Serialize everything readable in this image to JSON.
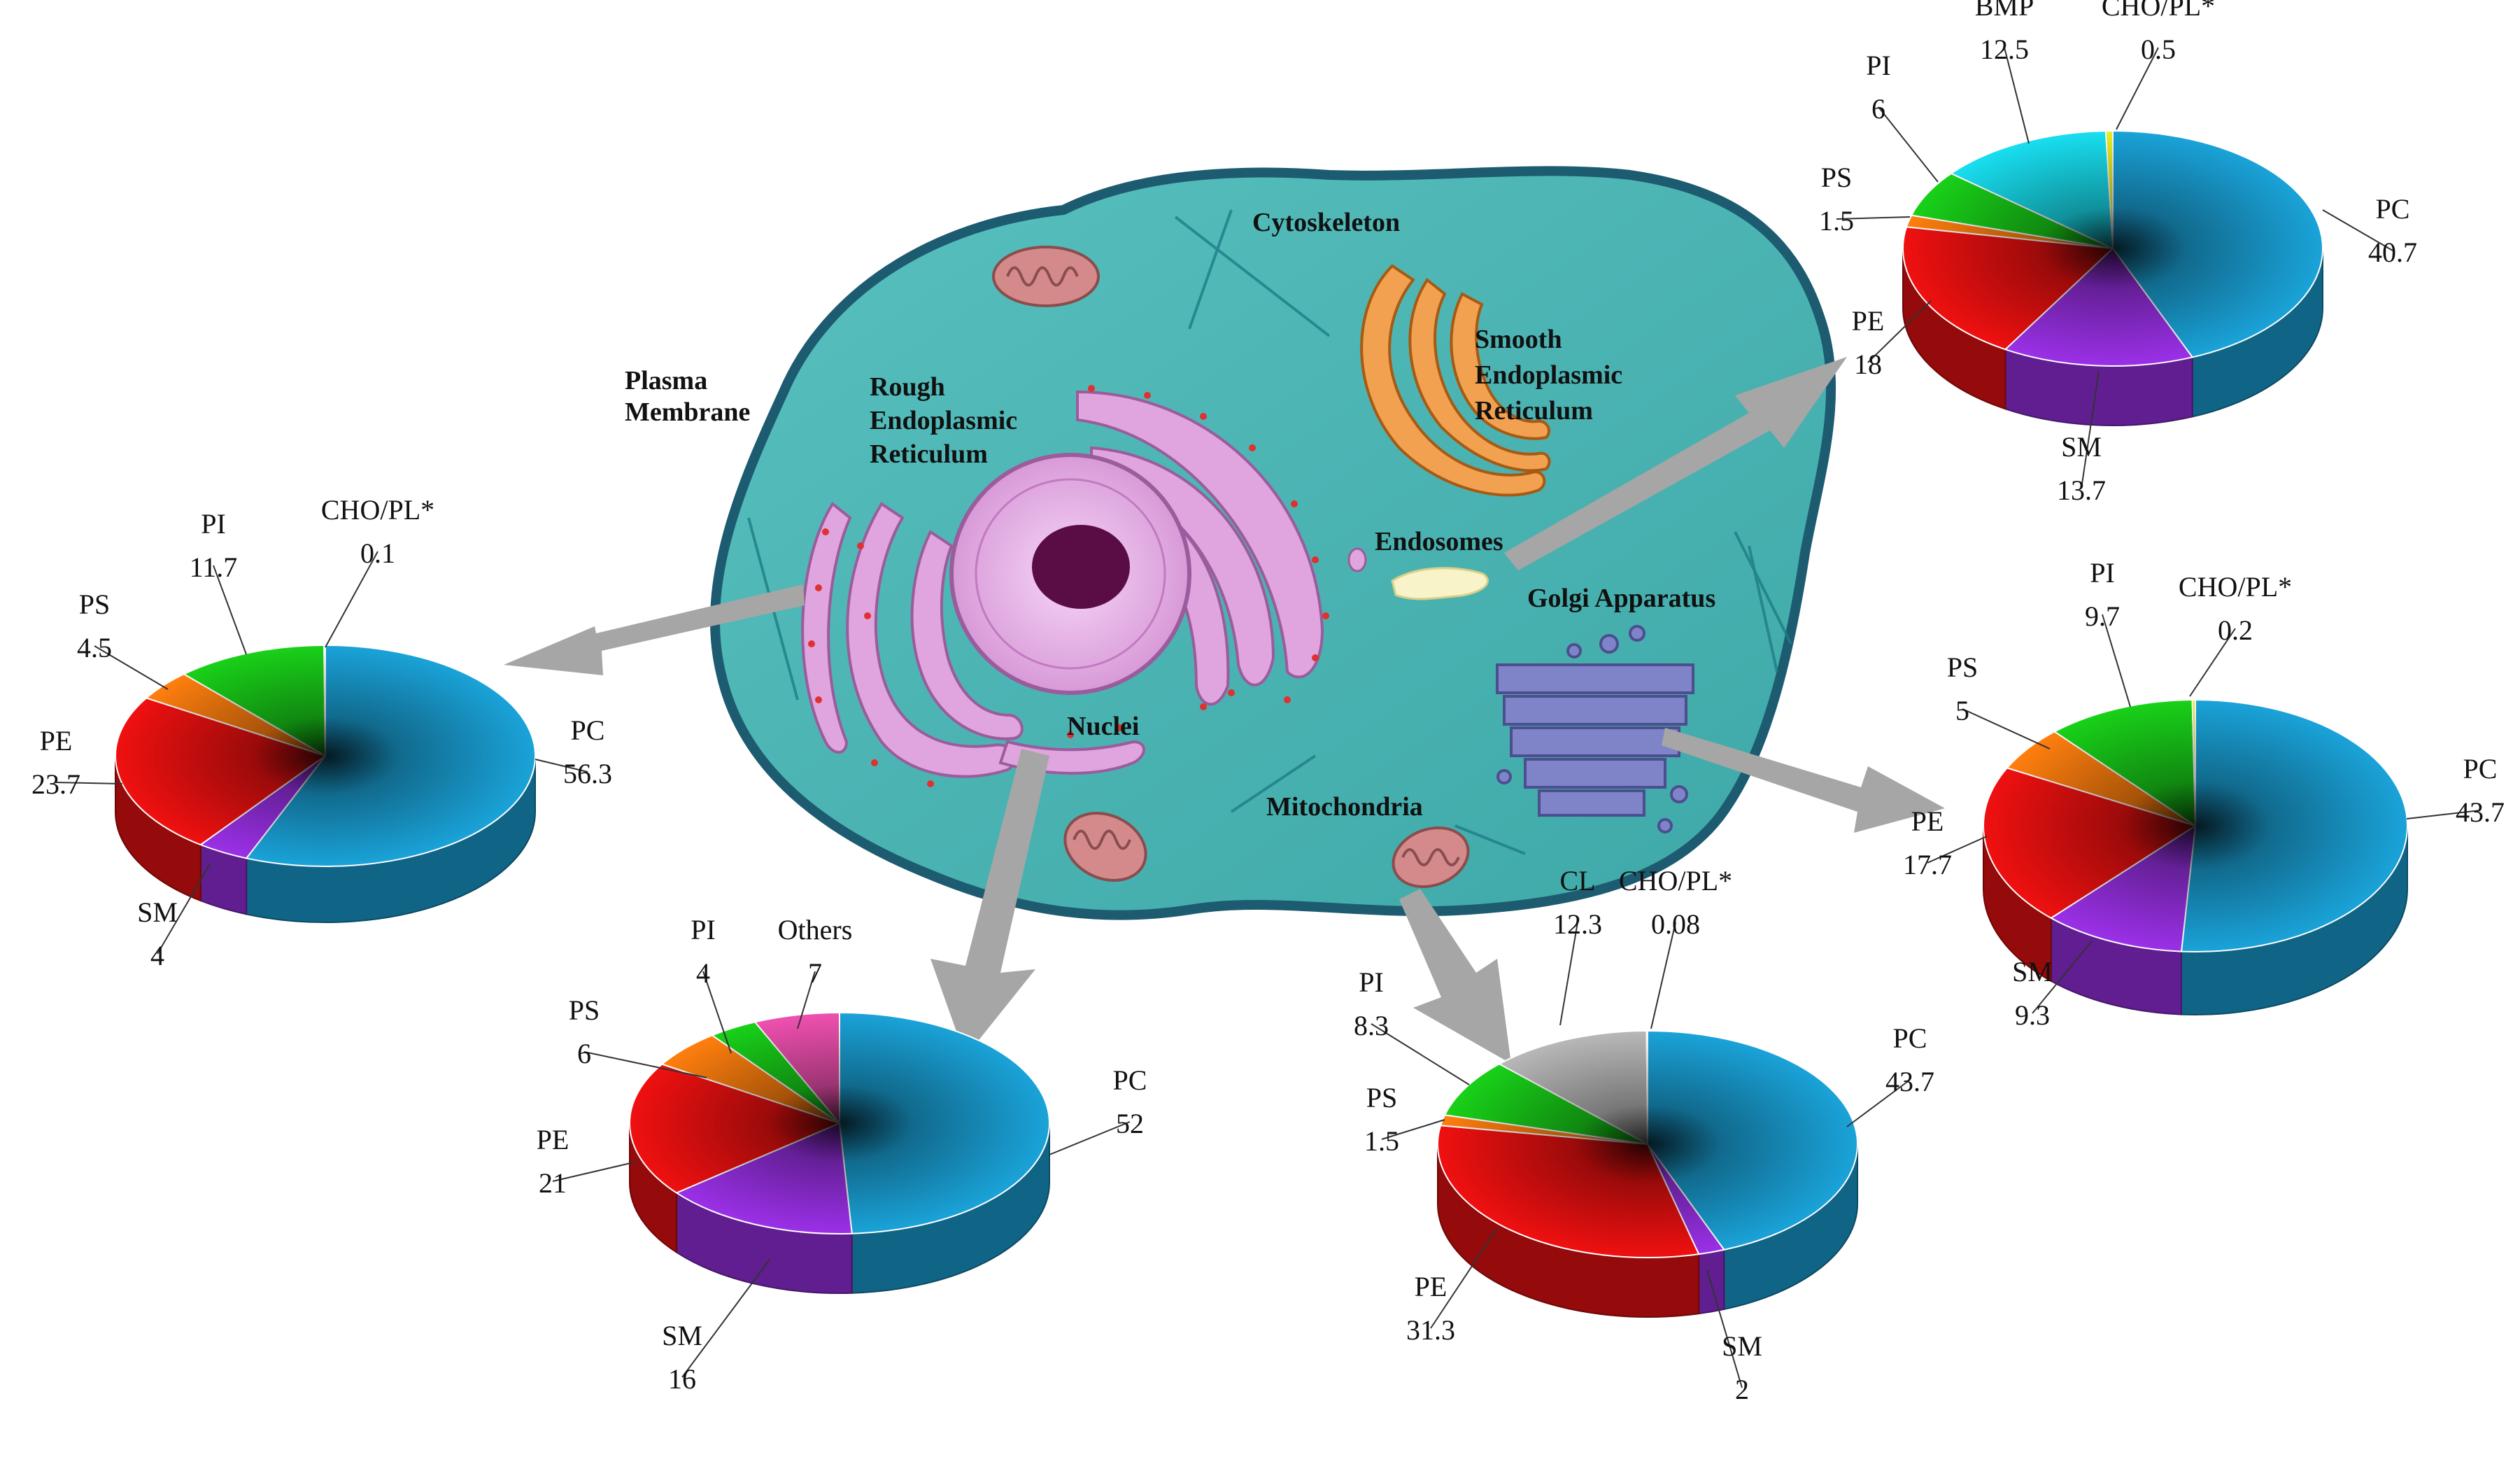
{
  "colors": {
    "PC": "#1aa3d9",
    "SM": "#9b30e8",
    "PE": "#f01010",
    "PS": "#ff7f0e",
    "PI": "#19d119",
    "CHO/PL*": "#e8ee22",
    "Others": "#f050b0",
    "BMP": "#18dff0",
    "CL": "#b8b8b8",
    "cell_fill": "#4fb8b6",
    "cell_border": "#1a5f72",
    "arrow": "#a8a8a8"
  },
  "cell_labels": {
    "plasma_membrane": [
      "Plasma",
      "Membrane"
    ],
    "rough_er": [
      "Rough",
      "Endoplasmic",
      "Reticulum"
    ],
    "cytoskeleton": "Cytoskeleton",
    "smooth_er": [
      "Smooth",
      "Endoplasmic",
      "Reticulum"
    ],
    "endosomes": "Endosomes",
    "golgi": "Golgi Apparatus",
    "nuclei": "Nuclei",
    "mitochondria": "Mitochondria"
  },
  "chart_data": [
    {
      "type": "pie",
      "compartment": "Plasma Membrane",
      "slices": [
        {
          "name": "PC",
          "value": 56.3
        },
        {
          "name": "SM",
          "value": 4
        },
        {
          "name": "PE",
          "value": 23.7
        },
        {
          "name": "PS",
          "value": 4.5
        },
        {
          "name": "PI",
          "value": 11.7
        },
        {
          "name": "CHO/PL*",
          "value": 0.1
        }
      ]
    },
    {
      "type": "pie",
      "compartment": "Nuclei",
      "slices": [
        {
          "name": "PC",
          "value": 52
        },
        {
          "name": "SM",
          "value": 16
        },
        {
          "name": "PE",
          "value": 21
        },
        {
          "name": "PS",
          "value": 6
        },
        {
          "name": "PI",
          "value": 4
        },
        {
          "name": "Others",
          "value": 7
        }
      ]
    },
    {
      "type": "pie",
      "compartment": "Mitochondria",
      "slices": [
        {
          "name": "PC",
          "value": 43.7
        },
        {
          "name": "SM",
          "value": 2
        },
        {
          "name": "PE",
          "value": 31.3
        },
        {
          "name": "PS",
          "value": 1.5
        },
        {
          "name": "PI",
          "value": 8.3
        },
        {
          "name": "CL",
          "value": 12.3
        },
        {
          "name": "CHO/PL*",
          "value": 0.08
        }
      ]
    },
    {
      "type": "pie",
      "compartment": "Golgi Apparatus",
      "slices": [
        {
          "name": "PC",
          "value": 43.7
        },
        {
          "name": "SM",
          "value": 9.3
        },
        {
          "name": "PE",
          "value": 17.7
        },
        {
          "name": "PS",
          "value": 5
        },
        {
          "name": "PI",
          "value": 9.7
        },
        {
          "name": "CHO/PL*",
          "value": 0.2
        }
      ]
    },
    {
      "type": "pie",
      "compartment": "Endosomes",
      "slices": [
        {
          "name": "PC",
          "value": 40.7
        },
        {
          "name": "SM",
          "value": 13.7
        },
        {
          "name": "PE",
          "value": 18
        },
        {
          "name": "PS",
          "value": 1.5
        },
        {
          "name": "PI",
          "value": 6
        },
        {
          "name": "BMP",
          "value": 12.5
        },
        {
          "name": "CHO/PL*",
          "value": 0.5
        }
      ]
    }
  ]
}
